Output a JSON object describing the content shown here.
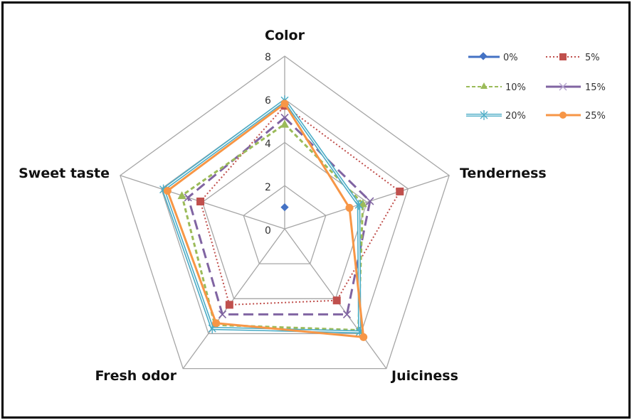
{
  "chart_data": {
    "type": "radar",
    "title": "",
    "categories": [
      "Color",
      "Tenderness",
      "Juiciness",
      "Fresh odor",
      "Sweet taste"
    ],
    "radial_axis": {
      "min": 0,
      "max": 8,
      "step": 2,
      "ticks": [
        "0",
        "2",
        "4",
        "6",
        "8"
      ]
    },
    "grid": true,
    "legend_position": "top-right",
    "series": [
      {
        "name": "0%",
        "color": "#4472C4",
        "dash": "solid",
        "marker": "diamond",
        "values": [
          1.0,
          null,
          null,
          null,
          null
        ]
      },
      {
        "name": "5%",
        "color": "#C0504D",
        "dash": "dotted",
        "marker": "square",
        "values": [
          5.7,
          5.6,
          4.1,
          4.35,
          4.1
        ]
      },
      {
        "name": "10%",
        "color": "#9BBB59",
        "dash": "dashed",
        "marker": "triangle",
        "values": [
          4.85,
          3.8,
          5.8,
          5.5,
          5.0
        ]
      },
      {
        "name": "15%",
        "color": "#8064A2",
        "dash": "longdash",
        "marker": "x",
        "values": [
          5.15,
          4.15,
          4.9,
          4.9,
          4.7
        ]
      },
      {
        "name": "20%",
        "color": "#4BACC6",
        "dash": "double",
        "marker": "star",
        "values": [
          5.95,
          3.6,
          5.9,
          5.7,
          5.9
        ]
      },
      {
        "name": "25%",
        "color": "#F79646",
        "dash": "solid",
        "marker": "circle",
        "values": [
          5.8,
          3.15,
          6.2,
          5.4,
          5.7
        ]
      }
    ]
  },
  "labels": {
    "categories": [
      "Color",
      "Tenderness",
      "Juiciness",
      "Fresh odor",
      "Sweet taste"
    ],
    "ticks": [
      "0",
      "2",
      "4",
      "6",
      "8"
    ],
    "legend": [
      "0%",
      "5%",
      "10%",
      "15%",
      "20%",
      "25%"
    ]
  }
}
